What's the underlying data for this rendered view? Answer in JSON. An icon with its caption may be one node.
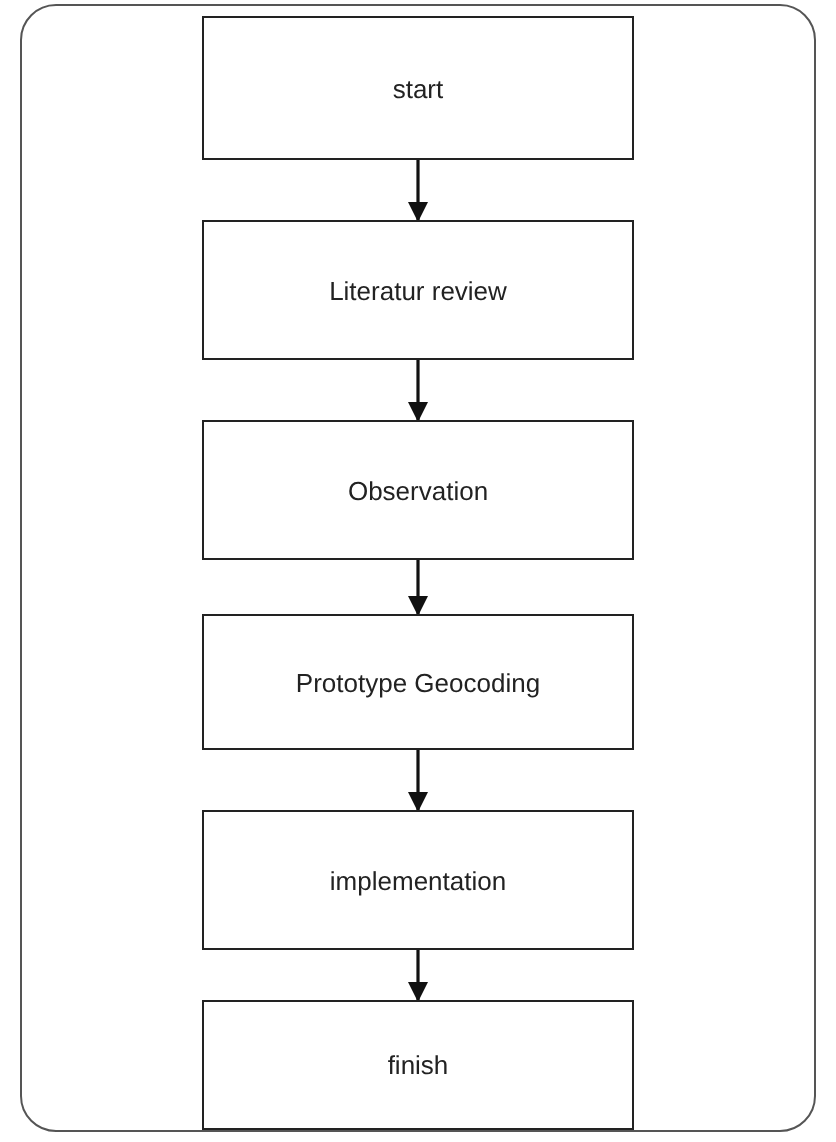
{
  "diagram": {
    "nodes": [
      {
        "text": [
          "start"
        ]
      },
      {
        "text": [
          "Literatur review"
        ]
      },
      {
        "text": [
          "Observation"
        ]
      },
      {
        "text": [
          "Prototype Geocoding"
        ]
      },
      {
        "text": [
          "implementation"
        ]
      },
      {
        "text": [
          "finish"
        ]
      }
    ],
    "edges": [
      {
        "from": 0,
        "to": 1,
        "arrow": "to"
      },
      {
        "from": 1,
        "to": 2,
        "arrow": "to"
      },
      {
        "from": 2,
        "to": 3,
        "arrow": "to"
      },
      {
        "from": 3,
        "to": 4,
        "arrow": "to"
      },
      {
        "from": 4,
        "to": 5,
        "arrow": "to"
      }
    ]
  }
}
